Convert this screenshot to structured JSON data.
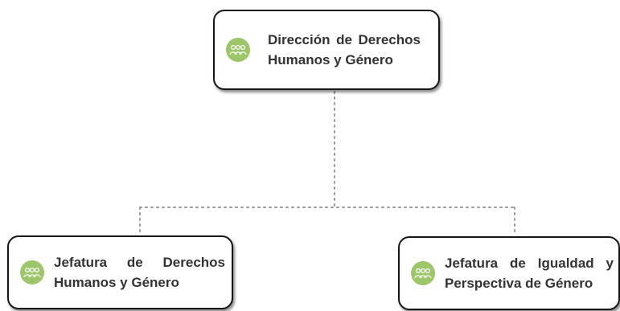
{
  "org_chart": {
    "root": {
      "label": "Dirección de Derechos Humanos y Género",
      "icon": "people-group-icon"
    },
    "children": [
      {
        "label": "Jefatura de Derechos Humanos y Género",
        "icon": "people-group-icon"
      },
      {
        "label": "Jefatura de Igualdad y Perspectiva de Género",
        "icon": "people-group-icon"
      }
    ]
  },
  "colors": {
    "border": "#161616",
    "icon_fill": "#9dc66b",
    "text": "#333333",
    "connector": "#9a9a9a"
  }
}
